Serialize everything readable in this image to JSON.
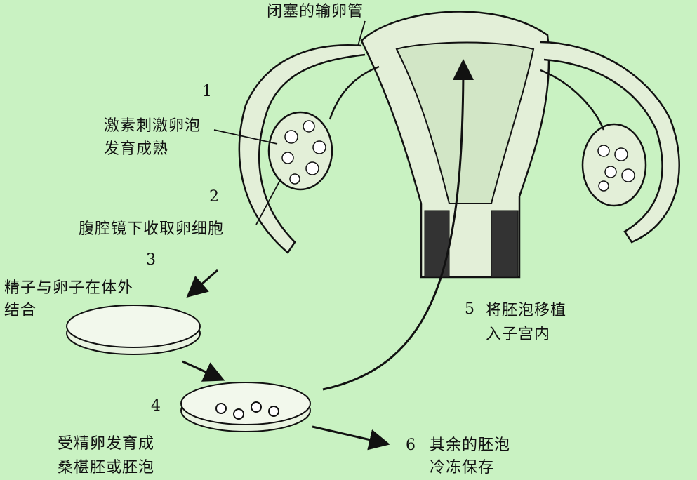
{
  "diagram": {
    "top_label": "闭塞的输卵管",
    "steps": [
      {
        "number": "1",
        "lines": [
          "激素刺激卵泡",
          "发育成熟"
        ]
      },
      {
        "number": "2",
        "lines": [
          "腹腔镜下收取卵细胞"
        ]
      },
      {
        "number": "3",
        "lines": [
          "精子与卵子在体外",
          "结合"
        ]
      },
      {
        "number": "4",
        "lines": [
          "受精卵发育成",
          "桑椹胚或胚泡"
        ]
      },
      {
        "number": "5",
        "lines": [
          "将胚泡移植",
          "入子宫内"
        ]
      },
      {
        "number": "6",
        "lines": [
          "其余的胚泡",
          "冷冻保存"
        ]
      }
    ]
  },
  "colors": {
    "background": "#c9f2c2",
    "ink": "#111111",
    "tissue": "#e3efd8"
  }
}
